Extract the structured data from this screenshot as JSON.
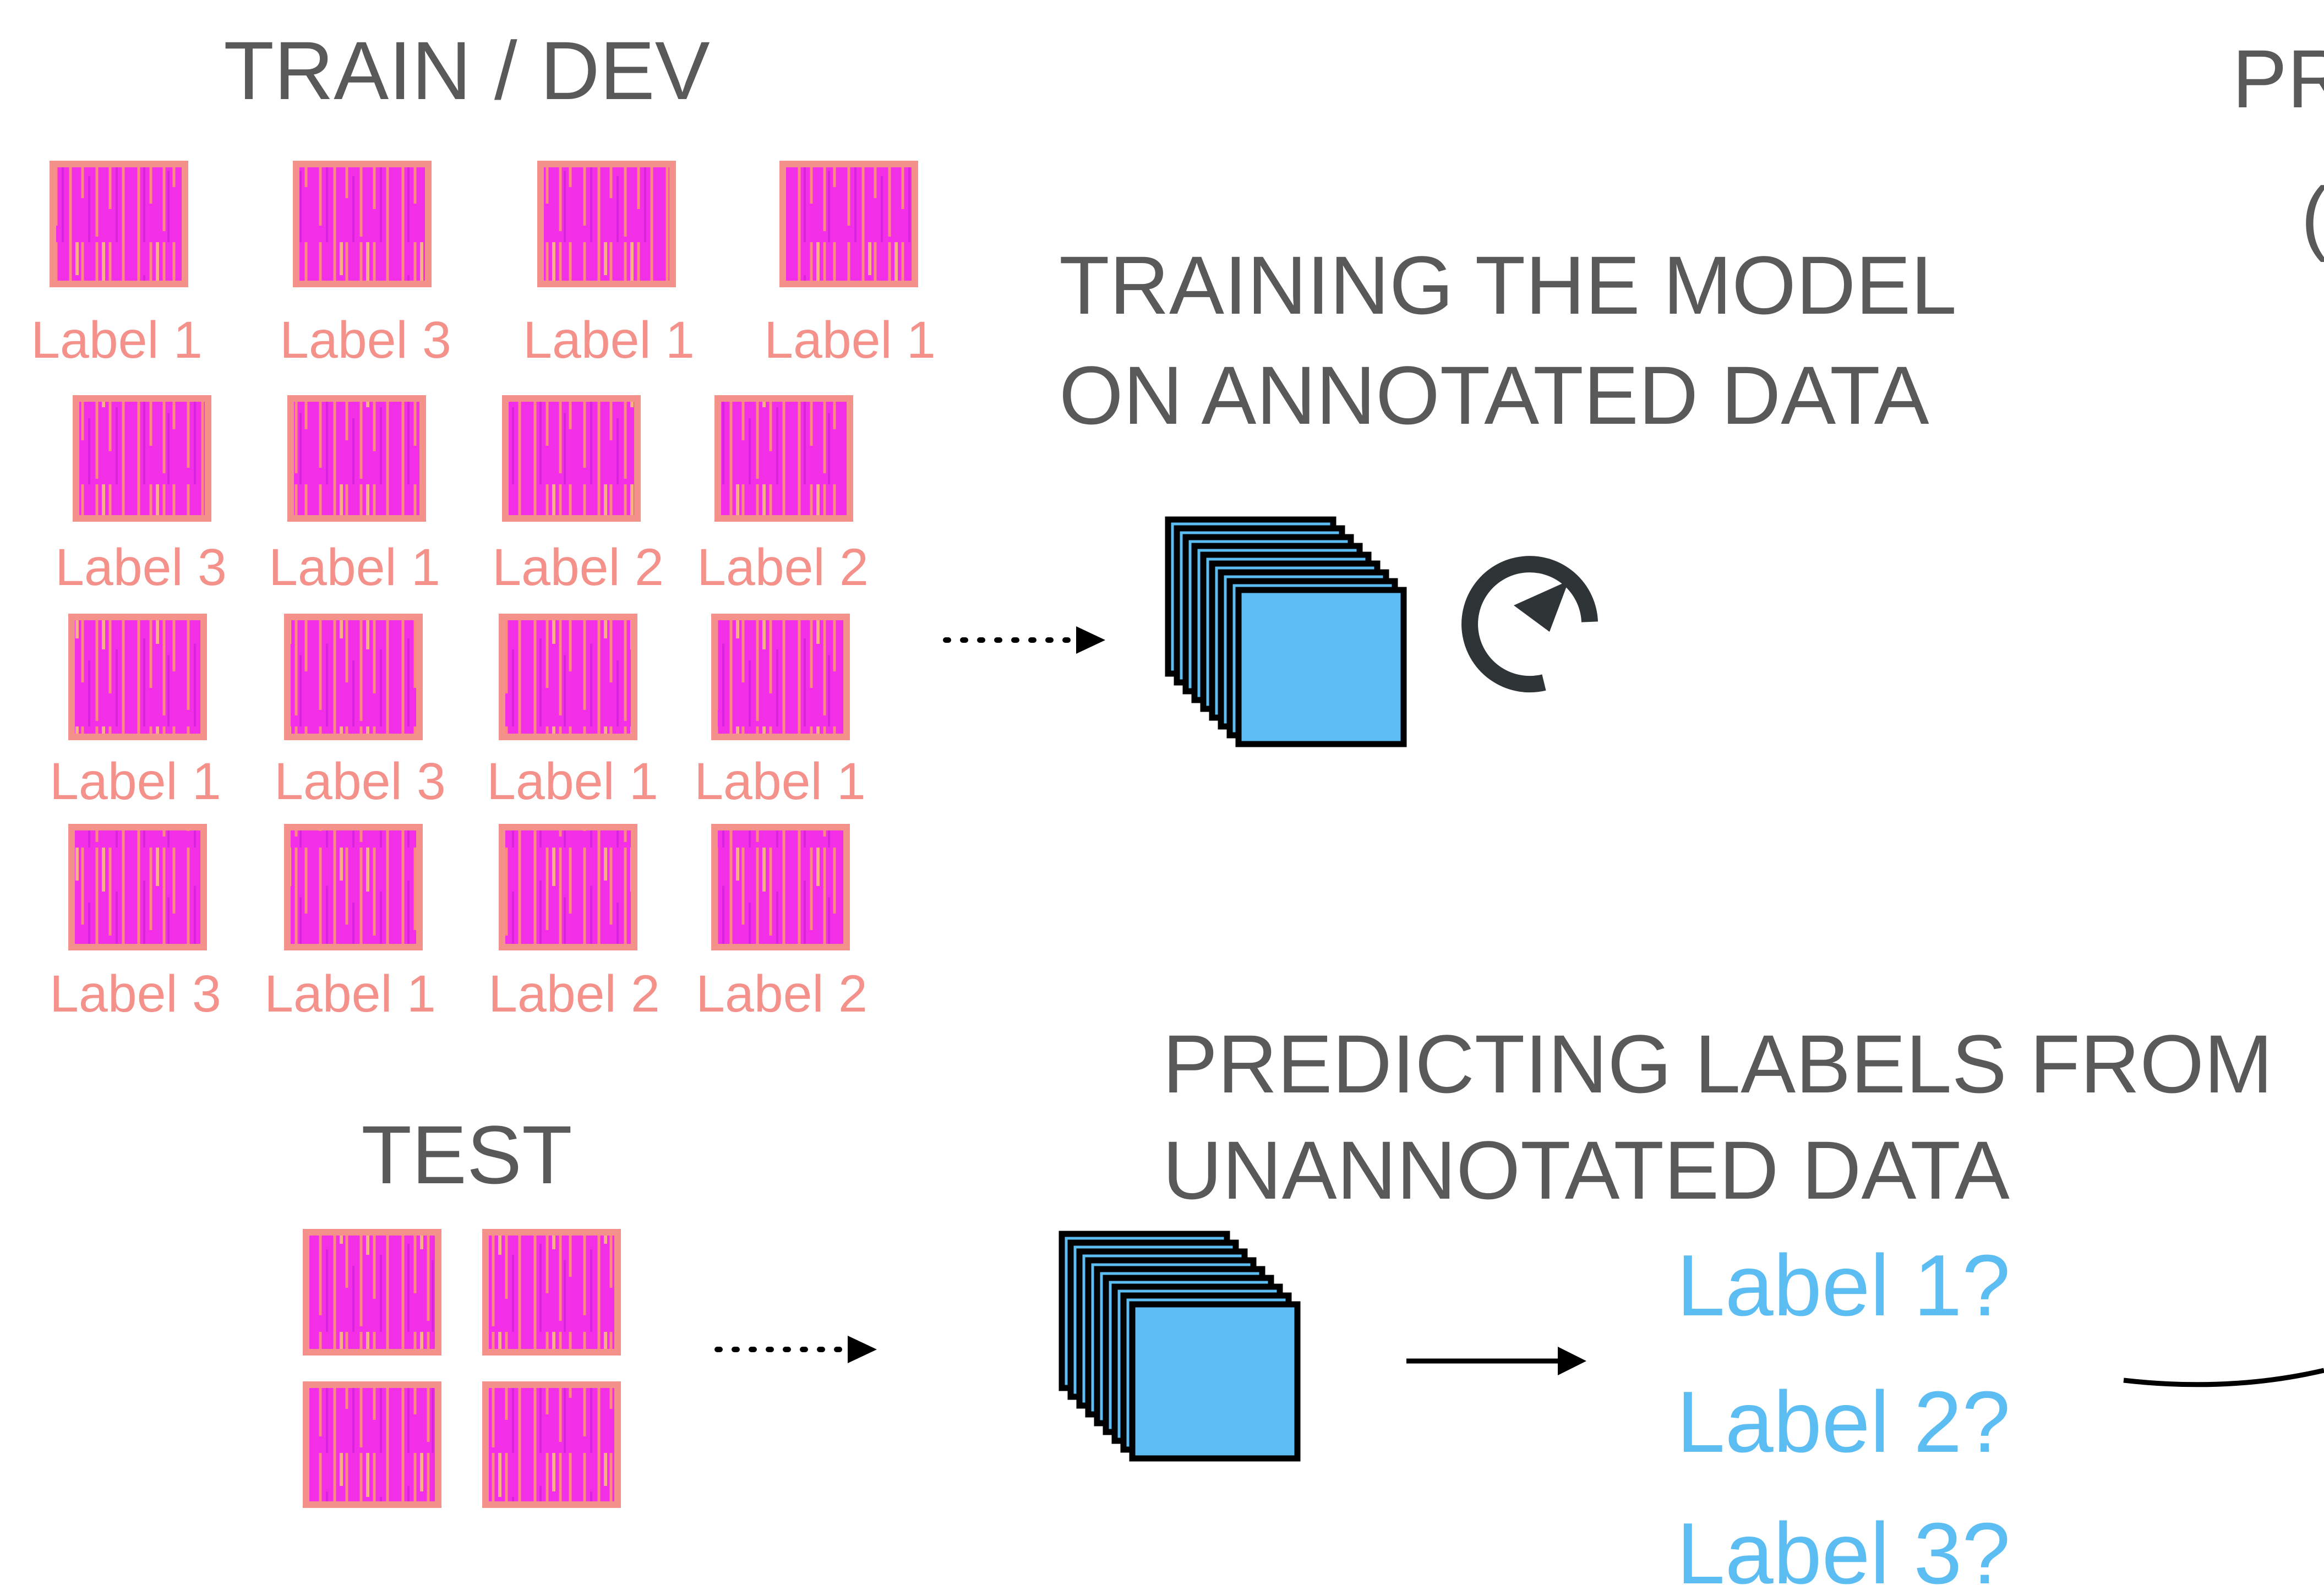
{
  "train_title": "TRAIN / DEV",
  "train_rows": [
    [
      "Label 1",
      "Label 3",
      "Label 1",
      "Label 1"
    ],
    [
      "Label 3",
      "Label 1",
      "Label 2",
      "Label 2"
    ],
    [
      "Label 1",
      "Label 3",
      "Label 1",
      "Label 1"
    ],
    [
      "Label 3",
      "Label 1",
      "Label 2",
      "Label 2"
    ]
  ],
  "test_title": "TEST",
  "training_heading": [
    "TRAINING THE MODEL",
    "ON ANNOTATED DATA"
  ],
  "predicting_heading": [
    "PREDICTING LABELS FROM",
    "UNANNOTATED DATA"
  ],
  "predicted_labels": [
    "Label 1?",
    "Label 2?",
    "Label 3?"
  ],
  "cropped_edge_text": [
    "PR",
    "("
  ],
  "colors": {
    "label_text": "#f4918a",
    "heading_text": "#595959",
    "prediction_text": "#5cbdf2",
    "model_fill": "#5cbdf2",
    "spectrogram_magenta": "#f22ee6",
    "spectrogram_orange": "#f5a04a"
  },
  "icons": {
    "model": "stacked-layers-icon",
    "training_loop": "refresh-icon",
    "spectrogram": "spectrogram-thumbnail"
  }
}
